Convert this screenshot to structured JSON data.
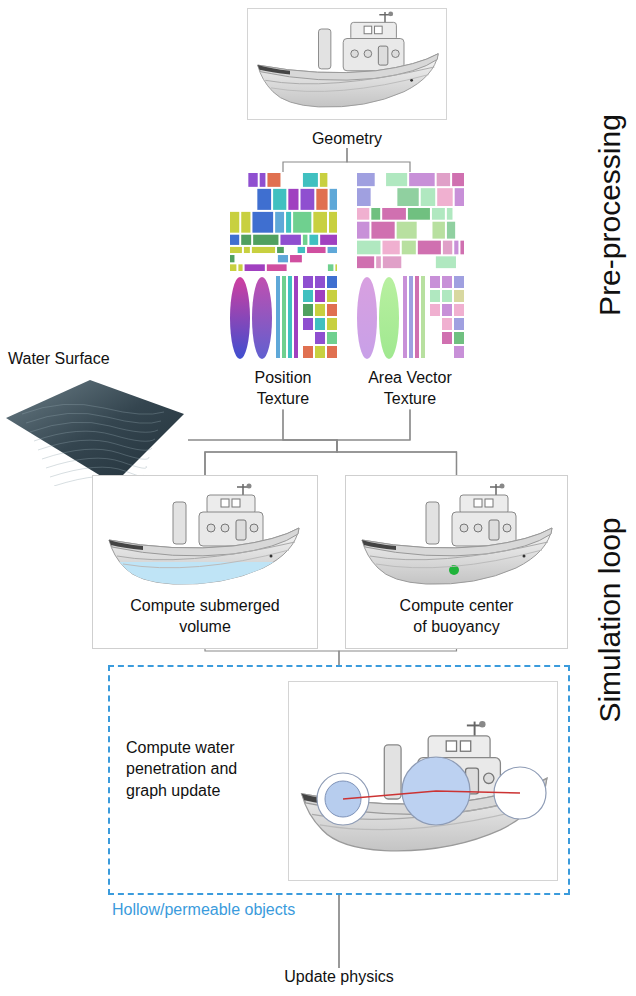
{
  "diagram": {
    "nodes": [
      {
        "text": [
          "Geometry"
        ]
      },
      {
        "text": [
          "Position Texture"
        ]
      },
      {
        "text": [
          "Area Vector Texture"
        ]
      },
      {
        "text": [
          "Water Surface"
        ]
      },
      {
        "text": [
          "Compute submerged volume"
        ]
      },
      {
        "text": [
          "Compute center of buoyancy"
        ]
      },
      {
        "text": [
          "Hollow/permeable objects"
        ]
      },
      {
        "text": [
          "Compute water penetration and graph update"
        ],
        "in": 6
      },
      {
        "text": [
          "Update physics"
        ]
      }
    ],
    "edges": [
      {
        "from": 0,
        "to": 1,
        "arrow": "none"
      },
      {
        "from": 0,
        "to": 2,
        "arrow": "none"
      },
      {
        "from": 1,
        "to": 4,
        "arrow": "none"
      },
      {
        "from": 1,
        "to": 5,
        "arrow": "none"
      },
      {
        "from": 2,
        "to": 4,
        "arrow": "none"
      },
      {
        "from": 2,
        "to": 5,
        "arrow": "none"
      },
      {
        "from": 3,
        "to": 4,
        "arrow": "none"
      },
      {
        "from": 3,
        "to": 5,
        "arrow": "none"
      },
      {
        "from": 4,
        "to": 6,
        "arrow": "none"
      },
      {
        "from": 5,
        "to": 6,
        "arrow": "none"
      },
      {
        "from": 6,
        "to": 8,
        "arrow": "none"
      }
    ],
    "labels": [
      "Pre-processing",
      "Simulation loop"
    ]
  }
}
